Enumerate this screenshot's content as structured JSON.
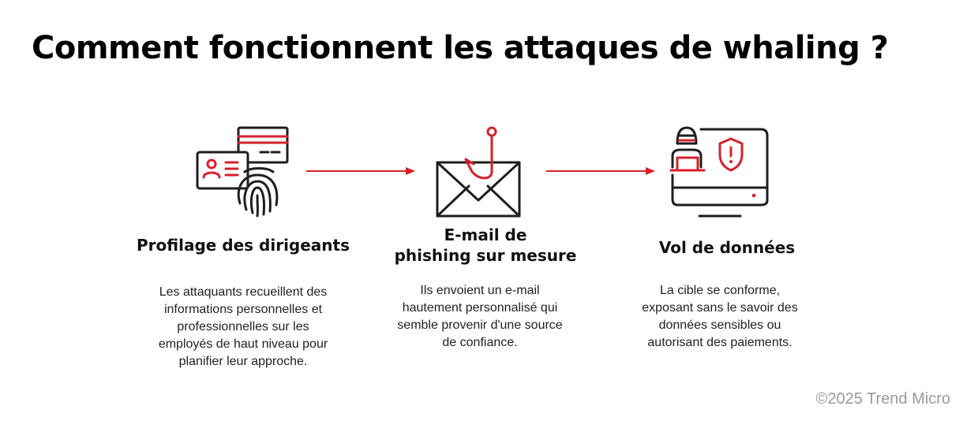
{
  "title": "Comment fonctionnent les attaques de whaling ?",
  "colors": {
    "accent": "#d6212b",
    "stroke": "#1e1e1e"
  },
  "steps": [
    {
      "icon": "id-card-fingerprint-icon",
      "title": "Profilage des dirigeants",
      "description": "Les attaquants recueillent des\ninformations personnelles et\nprofessionnelles sur les\nemployés de haut niveau pour\nplanifier leur approche."
    },
    {
      "icon": "envelope-hook-icon",
      "title": "E-mail de\nphishing sur mesure",
      "description": "Ils envoient un e-mail\nhautement personnalisé qui\nsemble provenir d'une source\nde confiance."
    },
    {
      "icon": "hacker-monitor-icon",
      "title": "Vol de données",
      "description": "La cible se conforme,\nexposant sans le savoir des\ndonnées sensibles ou\nautorisant des paiements."
    }
  ],
  "copyright": "©2025 Trend Micro"
}
